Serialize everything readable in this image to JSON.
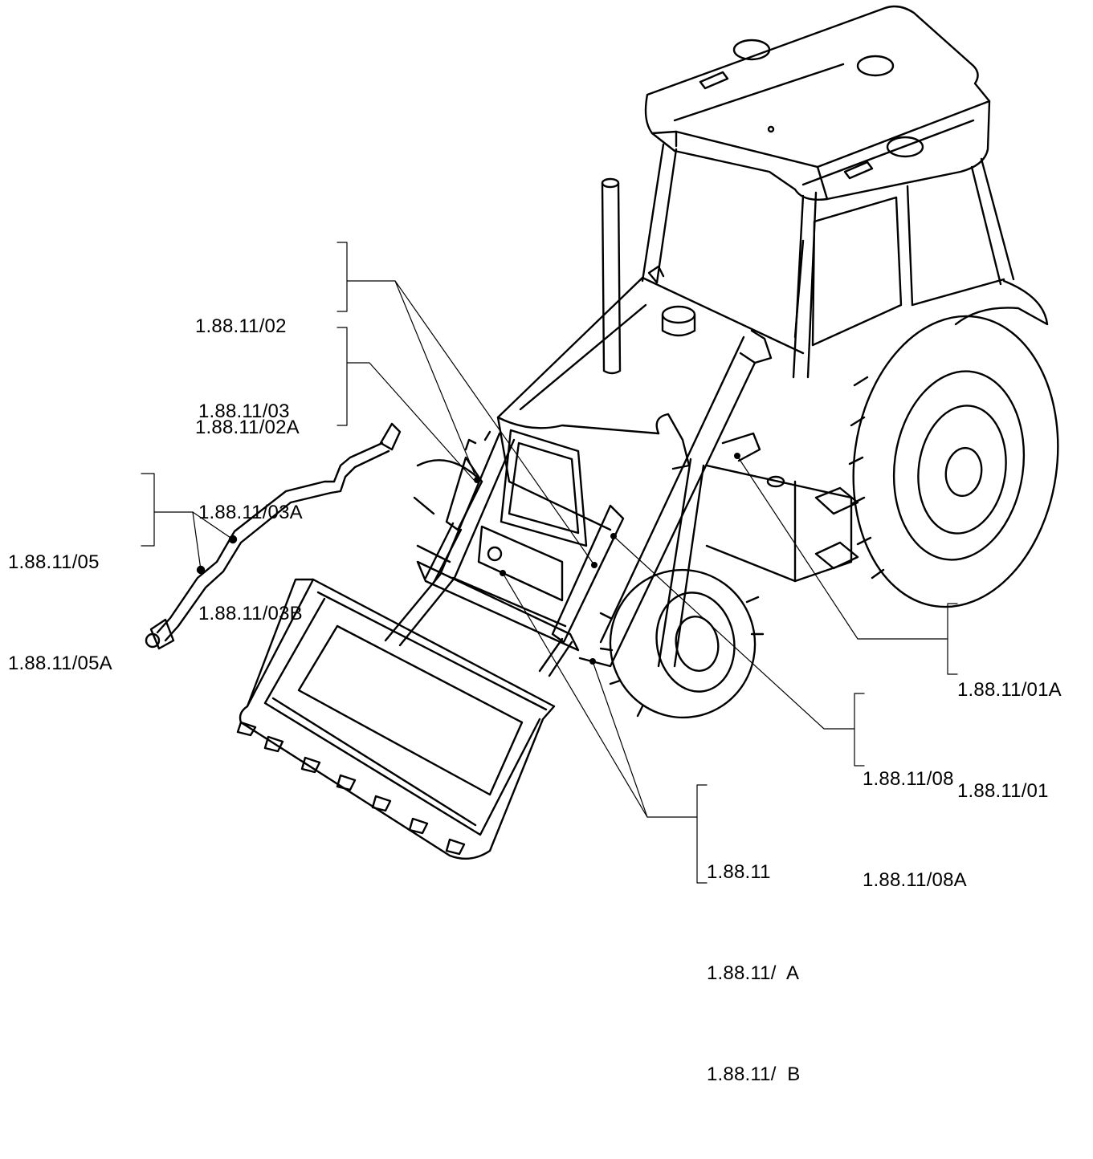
{
  "diagram": {
    "callouts": [
      {
        "id": "c02",
        "labels": [
          "1.88.11/02",
          "1.88.11/02A"
        ]
      },
      {
        "id": "c03",
        "labels": [
          "1.88.11/03",
          "1.88.11/03A",
          "1.88.11/03B"
        ]
      },
      {
        "id": "c05",
        "labels": [
          "1.88.11/05",
          "1.88.11/05A"
        ]
      },
      {
        "id": "c01",
        "labels": [
          "1.88.11/01A",
          "1.88.11/01"
        ]
      },
      {
        "id": "c08",
        "labels": [
          "1.88.11/08",
          "1.88.11/08A"
        ]
      },
      {
        "id": "c00",
        "labels": [
          "1.88.11",
          "1.88.11/  A",
          "1.88.11/  B"
        ]
      }
    ]
  }
}
